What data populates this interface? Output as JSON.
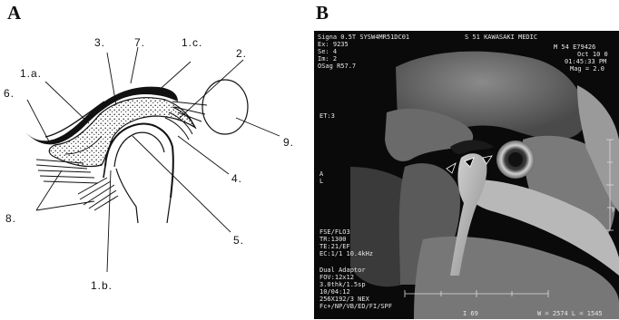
{
  "figure": {
    "panel_a": {
      "letter": "A"
    },
    "panel_b": {
      "letter": "B"
    }
  },
  "diagram_labels": {
    "l1a": "1.a.",
    "l1b": "1.b.",
    "l1c": "1.c.",
    "l2": "2.",
    "l3": "3.",
    "l4": "4.",
    "l5": "5.",
    "l6": "6.",
    "l7": "7.",
    "l8": "8.",
    "l9": "9."
  },
  "mri_overlay": {
    "top_left": [
      "Signa 0.5T SYSW4MR51DC01",
      "Ex: 9235",
      "Se: 4",
      "Im: 2",
      "OSag  R57.7"
    ],
    "top_center": "S 51   KAWASAKI MEDIC",
    "top_right": [
      "M 54  E79426",
      "Oct 10 0",
      "01:45:33 PM",
      "Mag = 2.0"
    ],
    "et": "ET:3",
    "left_orient": [
      "A",
      "L"
    ],
    "bottom_left": [
      "FSE/FLO3",
      "TR:1300",
      "TE:21/EF",
      "EC:1/1 10.4kHz",
      "",
      "Dual Adaptor",
      "FOV:12x12",
      "3.0thk/1.5sp",
      "10/04:12",
      "256X192/3 NEX",
      "Fc+/NP/VB/ED/FI/SPF"
    ],
    "bottom_center": "I 69",
    "bottom_right": "W = 2574  L = 1545",
    "side_right": "F"
  }
}
